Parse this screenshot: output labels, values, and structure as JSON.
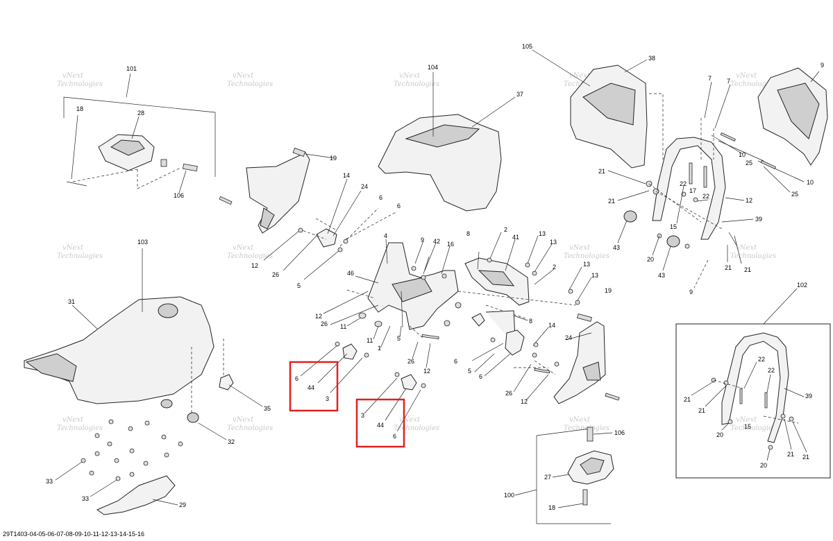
{
  "document_code": "29T1403-04-05-06-07-08-09-10-11-12-13-14-15-16",
  "watermark_text": [
    "vNext",
    "Technologies"
  ],
  "colors": {
    "highlight": "#e02020",
    "line": "#222222"
  },
  "callouts": {
    "c101": "101",
    "c18a": "18",
    "c28": "28",
    "c106a": "106",
    "c104": "104",
    "c37": "37",
    "c19a": "19",
    "c105": "105",
    "c38": "38",
    "c7a": "7",
    "c7b": "7",
    "c10a": "10",
    "c10b": "10",
    "c25a": "25",
    "c25b": "25",
    "c21a": "21",
    "c21b": "21",
    "c22a": "22",
    "c22b": "22",
    "c17": "17",
    "c12a": "12",
    "c39a": "39",
    "c15a": "15",
    "c43a": "43",
    "c43b": "43",
    "c20a": "20",
    "c21c": "21",
    "c21d": "21",
    "c9a": "9",
    "c14a": "14",
    "c24a": "24",
    "c6a": "6",
    "c6b": "6",
    "c12b": "12",
    "c26a": "26",
    "c5a": "5",
    "c4": "4",
    "c9b": "9",
    "c42": "42",
    "c16": "16",
    "c46": "46",
    "c12c": "12",
    "c26b": "26",
    "c11a": "11",
    "c11b": "11",
    "c1": "1",
    "c5b": "5",
    "c8a": "8",
    "c2a": "2",
    "c41": "41",
    "c13a": "13",
    "c13b": "13",
    "c2b": "2",
    "c13c": "13",
    "c13d": "13",
    "c8b": "8",
    "c19b": "19",
    "c103": "103",
    "c31": "31",
    "c35": "35",
    "c32": "32",
    "c33a": "33",
    "c33b": "33",
    "c29": "29",
    "c6c": "6",
    "c44a": "44",
    "c3a": "3",
    "c26c": "26",
    "c12d": "12",
    "c3b": "3",
    "c44b": "44",
    "c6d": "6",
    "c6e": "6",
    "c5c": "5",
    "c6f": "6",
    "c14b": "14",
    "c24b": "24",
    "c26d": "26",
    "c12e": "12",
    "c106b": "106",
    "c27": "27",
    "c100": "100",
    "c18b": "18",
    "c102": "102",
    "c22c": "22",
    "c22d": "22",
    "c39b": "39",
    "c21e": "21",
    "c21f": "21",
    "c15b": "15",
    "c20b": "20",
    "c20c": "20",
    "c21g": "21",
    "c21h": "21"
  }
}
